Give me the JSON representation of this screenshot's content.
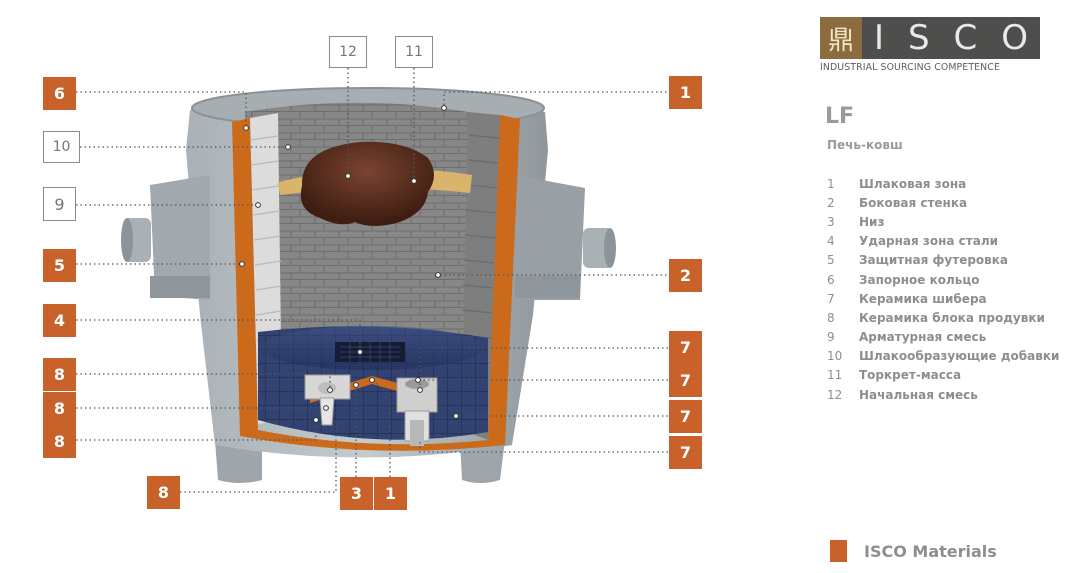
{
  "logo": {
    "mark": "鼎",
    "letters": [
      "I",
      "S",
      "C",
      "O"
    ],
    "tagline": "INDUSTRIAL SOURCING COMPETENCE"
  },
  "info": {
    "title": "LF",
    "subtitle": "Печь-ковш"
  },
  "legend": [
    {
      "num": "1",
      "label": "Шлаковая зона"
    },
    {
      "num": "2",
      "label": "Боковая стенка"
    },
    {
      "num": "3",
      "label": "Низ"
    },
    {
      "num": "4",
      "label": "Ударная зона стали"
    },
    {
      "num": "5",
      "label": "Защитная футеровка"
    },
    {
      "num": "6",
      "label": "Запорное кольцо"
    },
    {
      "num": "7",
      "label": "Керамика шибера"
    },
    {
      "num": "8",
      "label": "Керамика блока продувки"
    },
    {
      "num": "9",
      "label": "Арматурная смесь"
    },
    {
      "num": "10",
      "label": "Шлакообразующие  добавки"
    },
    {
      "num": "11",
      "label": "Торкрет-масса"
    },
    {
      "num": "12",
      "label": "Начальная смесь"
    }
  ],
  "callouts": {
    "c6": "6",
    "c10": "10",
    "c9": "9",
    "c5": "5",
    "c4": "4",
    "c8a": "8",
    "c8b": "8",
    "c8c": "8",
    "c8d": "8",
    "c12": "12",
    "c11": "11",
    "c1top": "1",
    "c2": "2",
    "c7a": "7",
    "c7b": "7",
    "c7c": "7",
    "c7d": "7",
    "c3": "3",
    "c1bottom": "1"
  },
  "materials_key": "ISCO Materials",
  "colors": {
    "accent": "#c8612a",
    "text_gray": "#8e8e8e",
    "steel": "#9aa1a6",
    "lining_orange": "#cc6a1c",
    "brick": "#8c8c8c",
    "slag": "#d9b56c",
    "metal_dome": "#5a2d1c",
    "bottom_blue": "#2b3d74"
  }
}
